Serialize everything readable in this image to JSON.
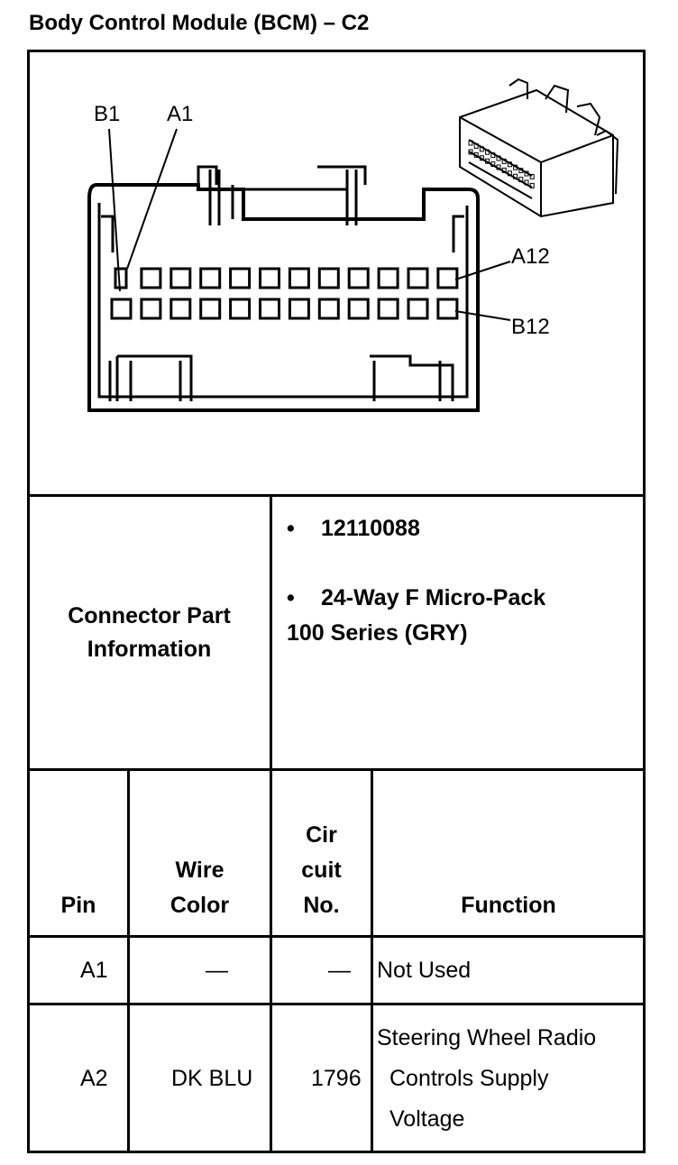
{
  "title": "Body Control Module (BCM) – C2",
  "diagram": {
    "labels": {
      "b1": "B1",
      "a1": "A1",
      "a12": "A12",
      "b12": "B12"
    }
  },
  "connector_info": {
    "label_line1": "Connector Part",
    "label_line2": "Information",
    "bullet": "•",
    "part_number": "12110088",
    "description_line1": "24-Way F Micro-Pack",
    "description_line2": "100 Series (GRY)"
  },
  "table": {
    "headers": {
      "pin": "Pin",
      "wire_color_line1": "Wire",
      "wire_color_line2": "Color",
      "circuit_line1": "Cir",
      "circuit_line2": "cuit",
      "circuit_line3": "No.",
      "function": "Function"
    },
    "rows": [
      {
        "pin": "A1",
        "wire_color": "—",
        "circuit": "—",
        "function_lines": [
          "Not Used"
        ]
      },
      {
        "pin": "A2",
        "wire_color": "DK BLU",
        "circuit": "1796",
        "function_lines": [
          "Steering Wheel Radio",
          "Controls Supply",
          "Voltage"
        ]
      }
    ]
  }
}
